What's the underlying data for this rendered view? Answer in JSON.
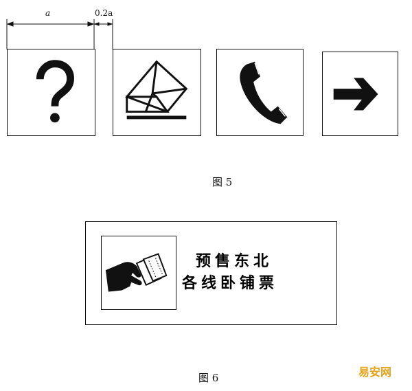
{
  "dimensions": {
    "width_label": "a",
    "gap_label": "0.2a"
  },
  "figure5": {
    "caption": "图 5",
    "icons": [
      "question-mark-icon",
      "envelope-icon",
      "telephone-icon",
      "arrow-right-icon"
    ]
  },
  "figure6": {
    "caption": "图 6",
    "icon": "hand-holding-tickets-icon",
    "sign_line1": "预售东北",
    "sign_line2": "各线卧铺票"
  },
  "watermark": "易安网",
  "colors": {
    "ink": "#111111",
    "watermark": "#e5a21b"
  }
}
